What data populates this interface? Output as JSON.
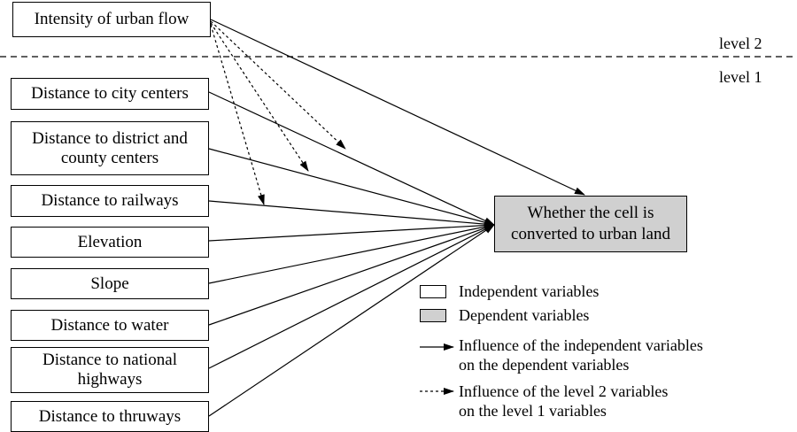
{
  "level_labels": {
    "level2": "level 2",
    "level1": "level 1"
  },
  "level2_variable": "Intensity of urban flow",
  "level1_variables": [
    "Distance to city centers",
    "Distance to district and\ncounty centers",
    "Distance to railways",
    "Elevation",
    "Slope",
    "Distance to water",
    "Distance to national\nhighways",
    "Distance to thruways"
  ],
  "dependent_variable": "Whether the cell is\nconverted to urban land",
  "legend": {
    "independent": "Independent variables",
    "dependent": "Dependent variables",
    "solid_arrow": "Influence of the independent variables\non the dependent variables",
    "dashed_arrow": "Influence of the level 2 variables\non the level 1 variables"
  },
  "colors": {
    "dependent_fill": "#d0d0d0",
    "stroke": "#000000"
  }
}
